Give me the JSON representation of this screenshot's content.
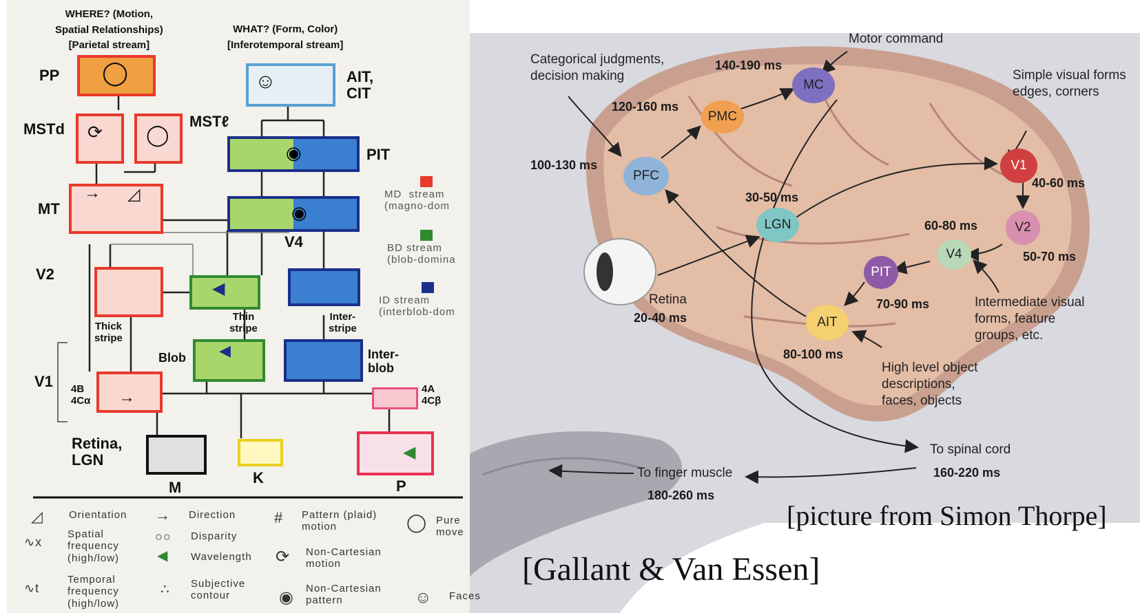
{
  "left_diagram": {
    "header_where": "WHERE? (Motion,\nSpatial Relationships)\n[Parietal stream]",
    "header_what": "WHAT? (Form, Color)\n[Inferotemporal stream]",
    "areas": {
      "pp": "PP",
      "mstd": "MSTd",
      "mstl": "MSTℓ",
      "mt": "MT",
      "v2": "V2",
      "v1": "V1",
      "retina_lgn": "Retina,\nLGN",
      "ait_cit": "AIT,\nCIT",
      "pit": "PIT",
      "v4": "V4",
      "m": "M",
      "k": "K",
      "p": "P"
    },
    "sublabels": {
      "thick_stripe": "Thick\nstripe",
      "thin_stripe": "Thin\nstripe",
      "interstripe": "Inter-\nstripe",
      "blob": "Blob",
      "interblob": "Inter-\nblob",
      "layers_4b": "4B\n4Cα",
      "layers_4a": "4A\n4Cβ"
    },
    "stream_legend": [
      {
        "label": "MD  stream\n(magno-dom",
        "color": "#e8392b"
      },
      {
        "label": "BD stream\n(blob-domina",
        "color": "#2f8a2f"
      },
      {
        "label": "ID stream\n(interblob-dom",
        "color": "#1a2f8a"
      }
    ],
    "symbol_legend": {
      "orientation": "Orientation",
      "direction": "Direction",
      "pattern_motion": "Pattern (plaid)\nmotion",
      "pure_motion": "Pure\nmove",
      "spatial_frequency": "Spatial\nfrequency\n(high/low)",
      "disparity": "Disparity",
      "wavelength": "Wavelength",
      "non_cartesian_motion": "Non-Cartesian\nmotion",
      "temporal_frequency": "Temporal\nfrequency\n(high/low)",
      "subjective_contour": "Subjective\ncontour",
      "non_cartesian_pattern": "Non-Cartesian\npattern",
      "faces": "Faces"
    },
    "colors": {
      "md": "#e8392b",
      "bd": "#2f8a2f",
      "id": "#1a2f8a"
    }
  },
  "right_diagram": {
    "nodes": {
      "pfc": "PFC",
      "pmc": "PMC",
      "mc": "MC",
      "lgn": "LGN",
      "v1": "V1",
      "v2": "V2",
      "v4": "V4",
      "pit": "PIT",
      "ait": "AIT"
    },
    "latencies": {
      "pfc": "100-130 ms",
      "pmc": "120-160 ms",
      "mc": "140-190 ms",
      "lgn": "30-50 ms",
      "v1": "40-60 ms",
      "v2": "50-70 ms",
      "v4": "60-80 ms",
      "pit": "70-90 ms",
      "ait": "80-100 ms",
      "retina": "20-40 ms",
      "spinal": "160-220 ms",
      "finger": "180-260 ms"
    },
    "annotations": {
      "categorical": "Categorical judgments,\ndecision making",
      "motor_command": "Motor command",
      "simple_forms": "Simple visual forms\nedges, corners",
      "retina": "Retina",
      "intermediate": "Intermediate visual\nforms, feature\ngroups, etc.",
      "high_level": "High level object\ndescriptions,\nfaces, objects",
      "to_spinal": "To spinal cord",
      "to_finger": "To finger muscle"
    }
  },
  "credits": {
    "thorpe": "[picture from Simon Thorpe]",
    "gallant": "[Gallant & Van Essen]"
  }
}
